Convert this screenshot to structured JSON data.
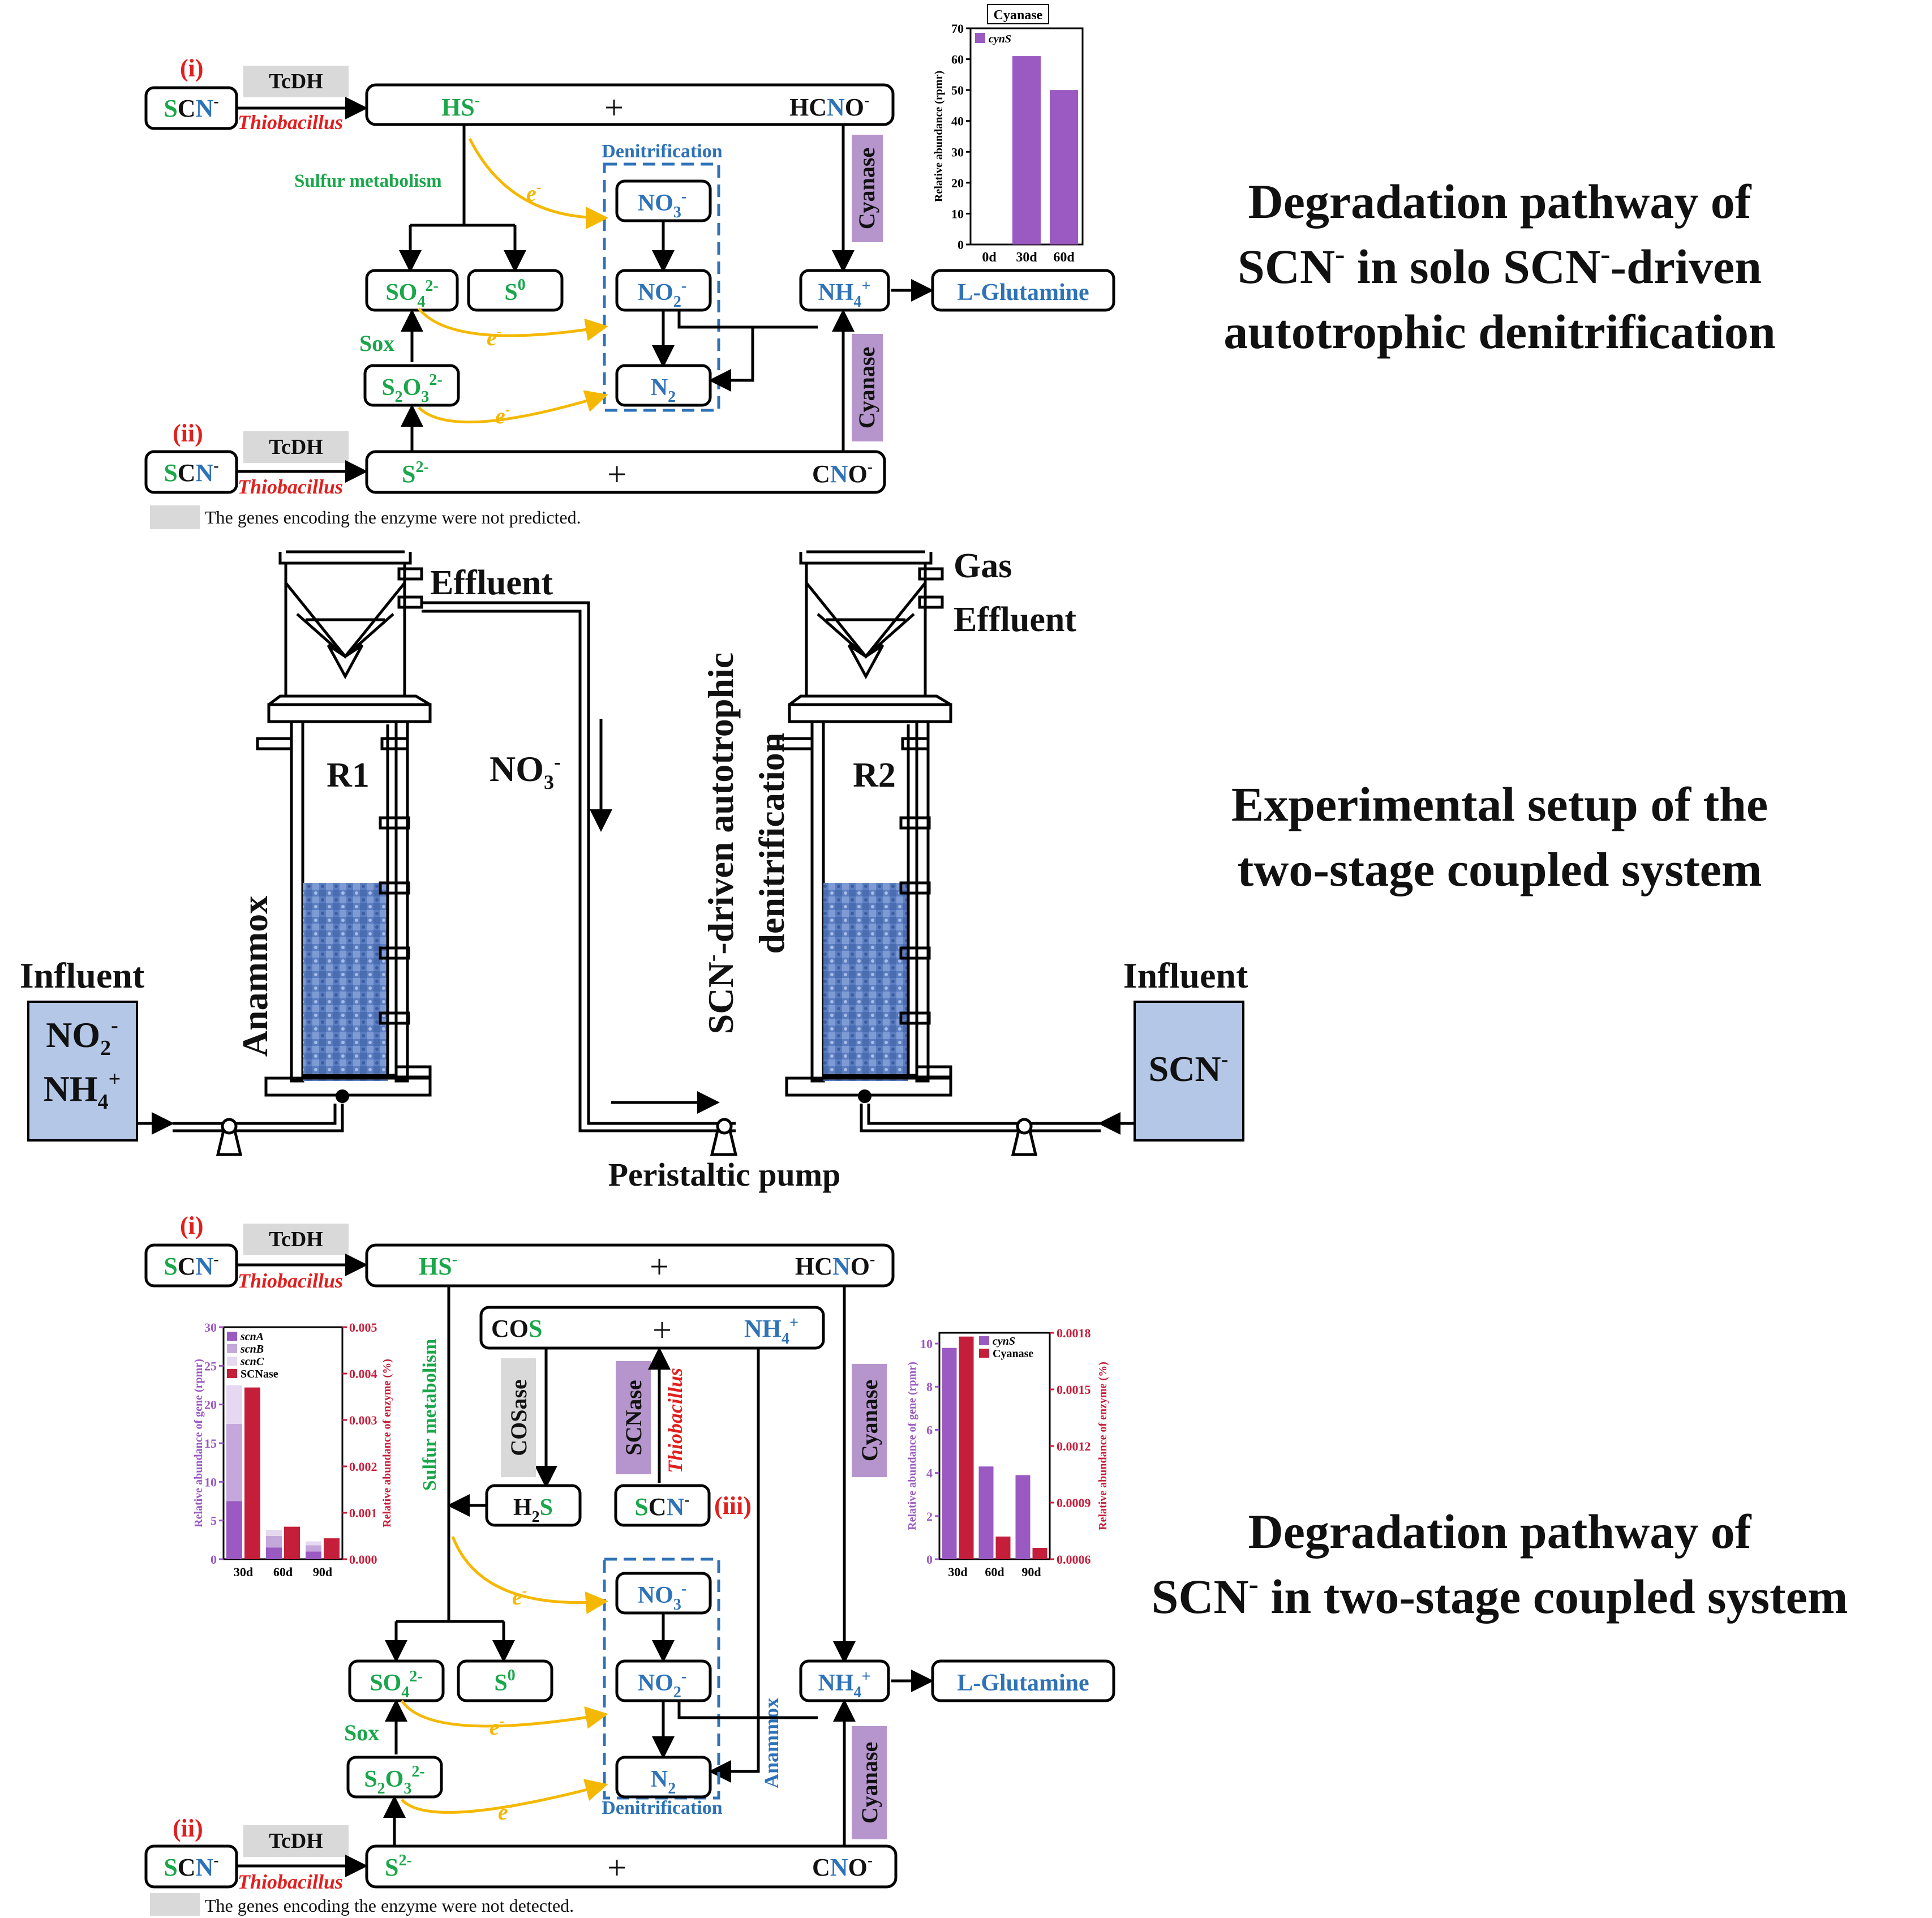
{
  "colors": {
    "sulfur": "#1aa64a",
    "nitrogen": "#2e72b8",
    "electron": "#f5b800",
    "enzyme_box": "#b595cc",
    "gene_bar": "#9b59c2",
    "enzyme_bar": "#c41e3a",
    "influent_box": "#b4c7e7",
    "not_predicted": "#d9d9d9"
  },
  "panel1": {
    "title": [
      "Degradation pathway of",
      "SCN",
      "in solo SCN",
      "-driven",
      "autotrophic denitrification"
    ],
    "scn": "SCN",
    "tcdh": "TcDH",
    "thiobacillus": "Thiobacillus",
    "label_i": "(i)",
    "label_ii": "(ii)",
    "hs": "HS",
    "hcno": "HCNO",
    "s2": "S",
    "cno": "CNO",
    "plus": "+",
    "sulfur_metabolism": "Sulfur metabolism",
    "so4": "SO",
    "s0": "S",
    "s2o3": "S",
    "sox": "Sox",
    "denitrification": "Denitrification",
    "no3": "NO",
    "no2": "NO",
    "n2": "N",
    "nh4": "NH",
    "glutamine": "L-Glutamine",
    "cyanase": "Cyanase",
    "e": "e",
    "legend": "The genes encoding the enzyme were not predicted."
  },
  "setup": {
    "title": [
      "Experimental setup of the",
      "two-stage coupled system"
    ],
    "effluent": "Effluent",
    "gas": "Gas",
    "r1": "R1",
    "r2": "R2",
    "anammox": "Anammox",
    "no3": "NO",
    "r2_label": [
      "SCN",
      "-driven autotrophic",
      "denitrification"
    ],
    "influent": "Influent",
    "no2": "NO",
    "nh4": "NH",
    "scn": "SCN",
    "pump": "Peristaltic pump"
  },
  "panel3": {
    "title": [
      "Degradation pathway of",
      "SCN",
      "in two-stage coupled system"
    ],
    "scn": "SCN",
    "tcdh": "TcDH",
    "thiobacillus": "Thiobacillus",
    "label_i": "(i)",
    "label_ii": "(ii)",
    "label_iii": "(iii)",
    "hs": "HS",
    "hcno": "HCNO",
    "s2": "S",
    "cno": "CNO",
    "plus": "+",
    "cos": "CO",
    "cos_s": "S",
    "nh4": "NH",
    "cosase": "COSase",
    "scnase": "SCNase",
    "h2s": "H",
    "h2s_s": "S",
    "sulfur_metabolism": "Sulfur metabolism",
    "so4": "SO",
    "s0": "S",
    "s2o3": "S",
    "sox": "Sox",
    "denitrification": "Denitrification",
    "anammox": "Anammox",
    "no3": "NO",
    "no2": "NO",
    "n2": "N",
    "glutamine": "L-Glutamine",
    "cyanase": "Cyanase",
    "e": "e",
    "legend": "The genes encoding the enzyme were not detected."
  },
  "chart_data": [
    {
      "type": "bar",
      "title": "Cyanase",
      "categories": [
        "0d",
        "30d",
        "60d"
      ],
      "series": [
        {
          "name": "cynS",
          "values": [
            0,
            61,
            50
          ]
        }
      ],
      "ylabel": "Relative abundance (rpmr)",
      "ylim": [
        0,
        70
      ],
      "yticks": [
        "0",
        "10",
        "20",
        "30",
        "40",
        "50",
        "60",
        "70"
      ],
      "legend": "top-left"
    },
    {
      "type": "bar",
      "categories": [
        "30d",
        "60d",
        "90d"
      ],
      "series": [
        {
          "name": "scnA",
          "values": [
            7.5,
            1.5,
            1.0
          ],
          "axis": "left"
        },
        {
          "name": "scnB",
          "values": [
            10.0,
            1.5,
            0.8
          ],
          "axis": "left"
        },
        {
          "name": "scnC",
          "values": [
            5.0,
            0.8,
            0.5
          ],
          "axis": "left"
        },
        {
          "name": "SCNase",
          "values": [
            0.0037,
            0.0007,
            0.00045
          ],
          "axis": "right"
        }
      ],
      "ylabel": "Relative abundance of gene (rpmr)",
      "y2label": "Relative abundance of enzyme (%)",
      "ylim": [
        0,
        30
      ],
      "y2lim": [
        0,
        0.005
      ],
      "yticks": [
        "0",
        "5",
        "10",
        "15",
        "20",
        "25",
        "30"
      ],
      "y2ticks": [
        "0.000",
        "0.001",
        "0.002",
        "0.003",
        "0.004",
        "0.005"
      ],
      "legend": "top-left"
    },
    {
      "type": "bar",
      "categories": [
        "30d",
        "60d",
        "90d"
      ],
      "series": [
        {
          "name": "cynS",
          "values": [
            9.8,
            4.3,
            3.9
          ],
          "axis": "left"
        },
        {
          "name": "Cyanase",
          "values": [
            0.00178,
            0.00072,
            0.00066
          ],
          "axis": "right"
        }
      ],
      "ylabel": "Relative abundance of gene (rpmr)",
      "y2label": "Relative abundance of enzyme (%)",
      "ylim": [
        0,
        10.5
      ],
      "y2lim": [
        0.0006,
        0.0018
      ],
      "yticks": [
        "0",
        "2",
        "4",
        "6",
        "8",
        "10"
      ],
      "y2ticks": [
        "0.0006",
        "0.0009",
        "0.0012",
        "0.0015",
        "0.0018"
      ],
      "legend": "top-right"
    }
  ]
}
